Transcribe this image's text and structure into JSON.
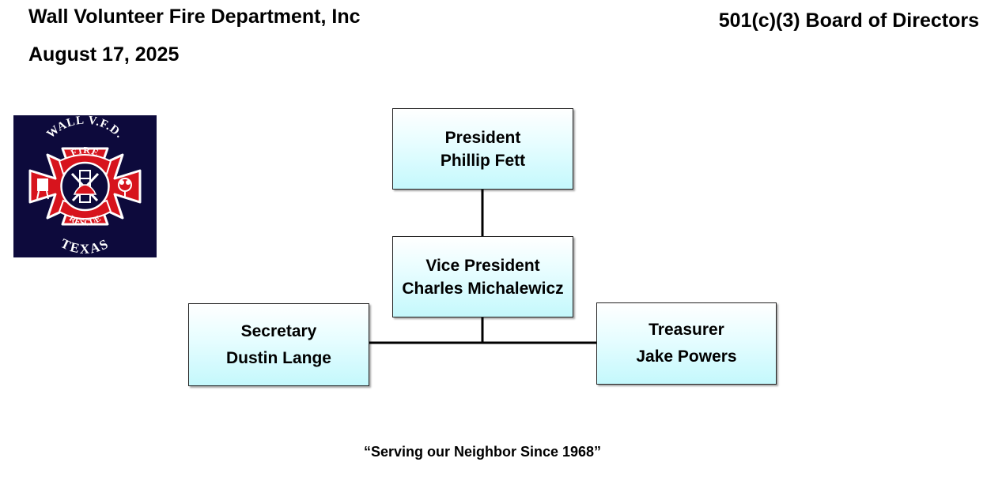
{
  "header": {
    "organization": "Wall Volunteer Fire Department, Inc",
    "date": "August 17, 2025",
    "board_title": "501(c)(3) Board of Directors"
  },
  "logo": {
    "top_text": "WALL V.F.D.",
    "upper_banner": "FIRE",
    "lower_banner": "RESCUE",
    "bottom_text": "TEXAS",
    "colors": {
      "background": "#0d0a3c",
      "cross": "#d7141d",
      "accent": "#ffffff"
    }
  },
  "org_chart": {
    "president": {
      "role": "President",
      "name": "Phillip Fett"
    },
    "vice_president": {
      "role": "Vice President",
      "name": "Charles Michalewicz"
    },
    "secretary": {
      "role": "Secretary",
      "name": "Dustin Lange"
    },
    "treasurer": {
      "role": "Treasurer",
      "name": "Jake Powers"
    }
  },
  "footer": {
    "motto": "“Serving our Neighbor Since 1968”"
  },
  "colors": {
    "box_fill_top": "#ffffff",
    "box_fill_bottom": "#c4f8fc",
    "connector": "#000000"
  }
}
